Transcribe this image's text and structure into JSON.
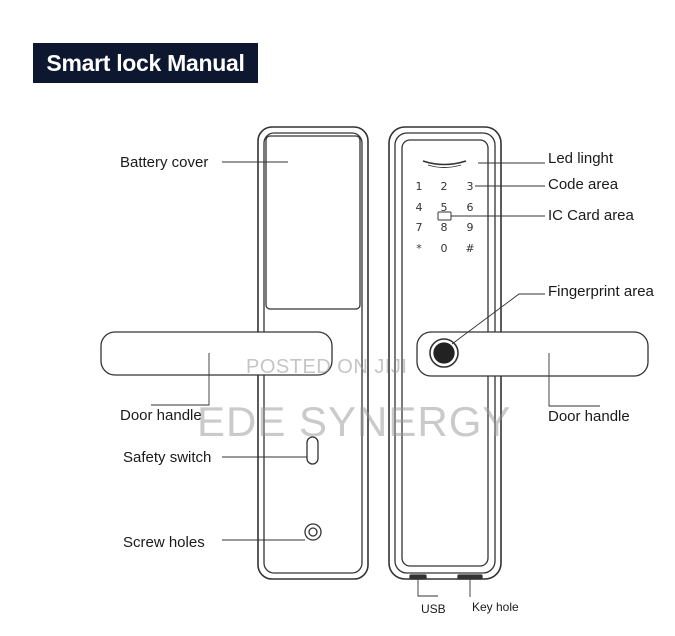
{
  "title": "Smart lock Manual",
  "labels": {
    "battery_cover": "Battery cover",
    "door_handle_left": "Door handle",
    "safety_switch": "Safety switch",
    "screw_holes": "Screw holes",
    "led_light": "Led linght",
    "code_area": "Code area",
    "ic_card_area": "IC Card area",
    "fingerprint_area": "Fingerprint area",
    "door_handle_right": "Door handle",
    "usb": "USB",
    "key_hole": "Key hole"
  },
  "keypad": [
    "1",
    "2",
    "3",
    "4",
    "5",
    "6",
    "7",
    "8",
    "9",
    "*",
    "0",
    "#"
  ],
  "watermark": {
    "posted": "POSTED ON JIJI",
    "brand": "EDE SYNERGY"
  }
}
